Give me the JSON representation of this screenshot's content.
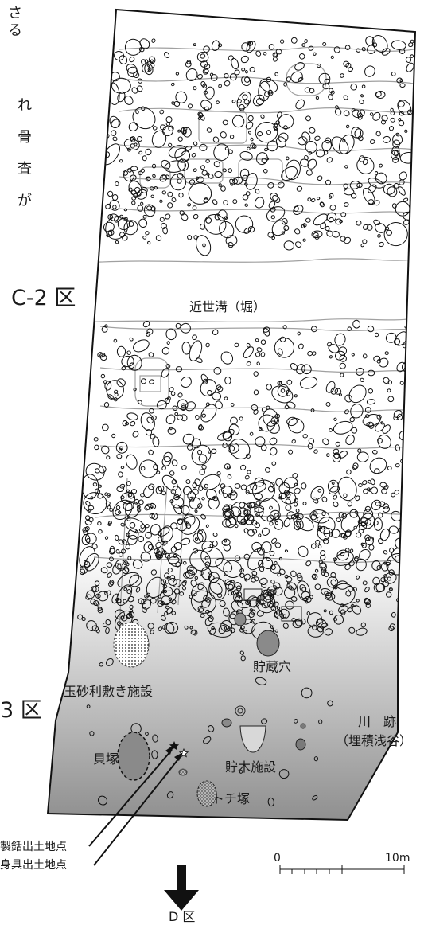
{
  "left_text_fragments": [
    "さ",
    "る",
    "れ",
    "骨",
    "査",
    "が"
  ],
  "zones": {
    "c2": "C-2 区",
    "b3_fragment": "3 区",
    "d": "D 区"
  },
  "features": {
    "moat": "近世溝（堀）",
    "pebble_pavement": "玉砂利敷き施設",
    "storage_pit": "貯蔵穴",
    "shell_midden": "貝塚",
    "wood_storage": "貯木施設",
    "horse_chestnut": "トチ塚",
    "river": "川　跡",
    "river_sub": "（埋積浅谷）"
  },
  "findspots": {
    "harpoon": "製銛出土地点",
    "ornament": "身具出土地点"
  },
  "scale": {
    "start": "0",
    "end": "10m"
  },
  "colors": {
    "outline": "#1a1a1a",
    "grey_feature": "#9a9a9a",
    "gradient_top": "#ffffff",
    "gradient_bottom": "#8c8c8c"
  }
}
